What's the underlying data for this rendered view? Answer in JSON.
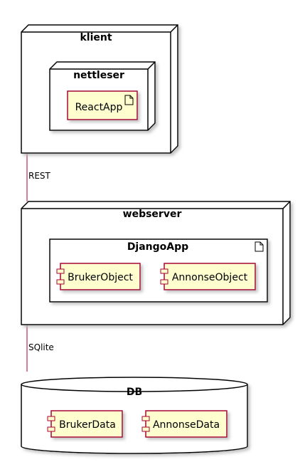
{
  "colors": {
    "node_fill": "#ffffff",
    "node_stroke": "#000000",
    "artifact_fill": "#fefece",
    "component_stroke": "#a80036",
    "edge": "#a80036",
    "shadow": "#bcbcbc"
  },
  "nodes": {
    "klient": "klient",
    "nettleser": "nettleser",
    "react_app": "ReactApp",
    "webserver": "webserver",
    "django_app": "DjangoApp",
    "bruker_object": "BrukerObject",
    "annonse_object": "AnnonseObject",
    "db": "DB",
    "bruker_data": "BrukerData",
    "annonse_data": "AnnonseData"
  },
  "edges": {
    "klient_webserver": "REST",
    "webserver_db": "SQlite"
  }
}
